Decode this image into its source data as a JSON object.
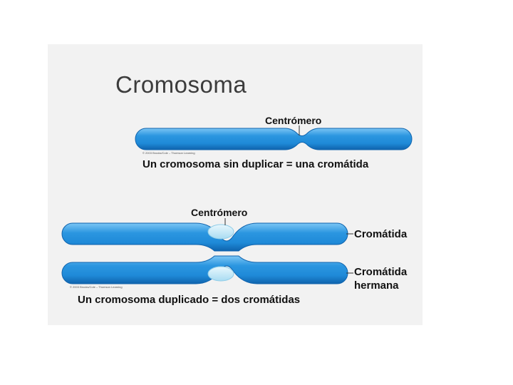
{
  "title": "Cromosoma",
  "top": {
    "centromere_label": "Centrómero",
    "caption": "Un cromosoma sin duplicar = una cromátida",
    "credit": "© 2003 Brooks/Cole – Thomson Learning"
  },
  "bottom": {
    "centromere_label": "Centrómero",
    "chromatid_label": "Cromátida",
    "sister_label_line1": "Cromátida",
    "sister_label_line2": "hermana",
    "caption": "Un cromosoma duplicado = dos cromátidas",
    "credit": "© 2003 Brooks/Cole – Thomson Learning"
  },
  "colors": {
    "chromosome": "#1f8ad8",
    "chromosome_dark": "#0f63ad",
    "chromosome_light": "#7cc6f5",
    "centromere_bead": "#bfe6f7",
    "panel": "#f2f2f2"
  }
}
